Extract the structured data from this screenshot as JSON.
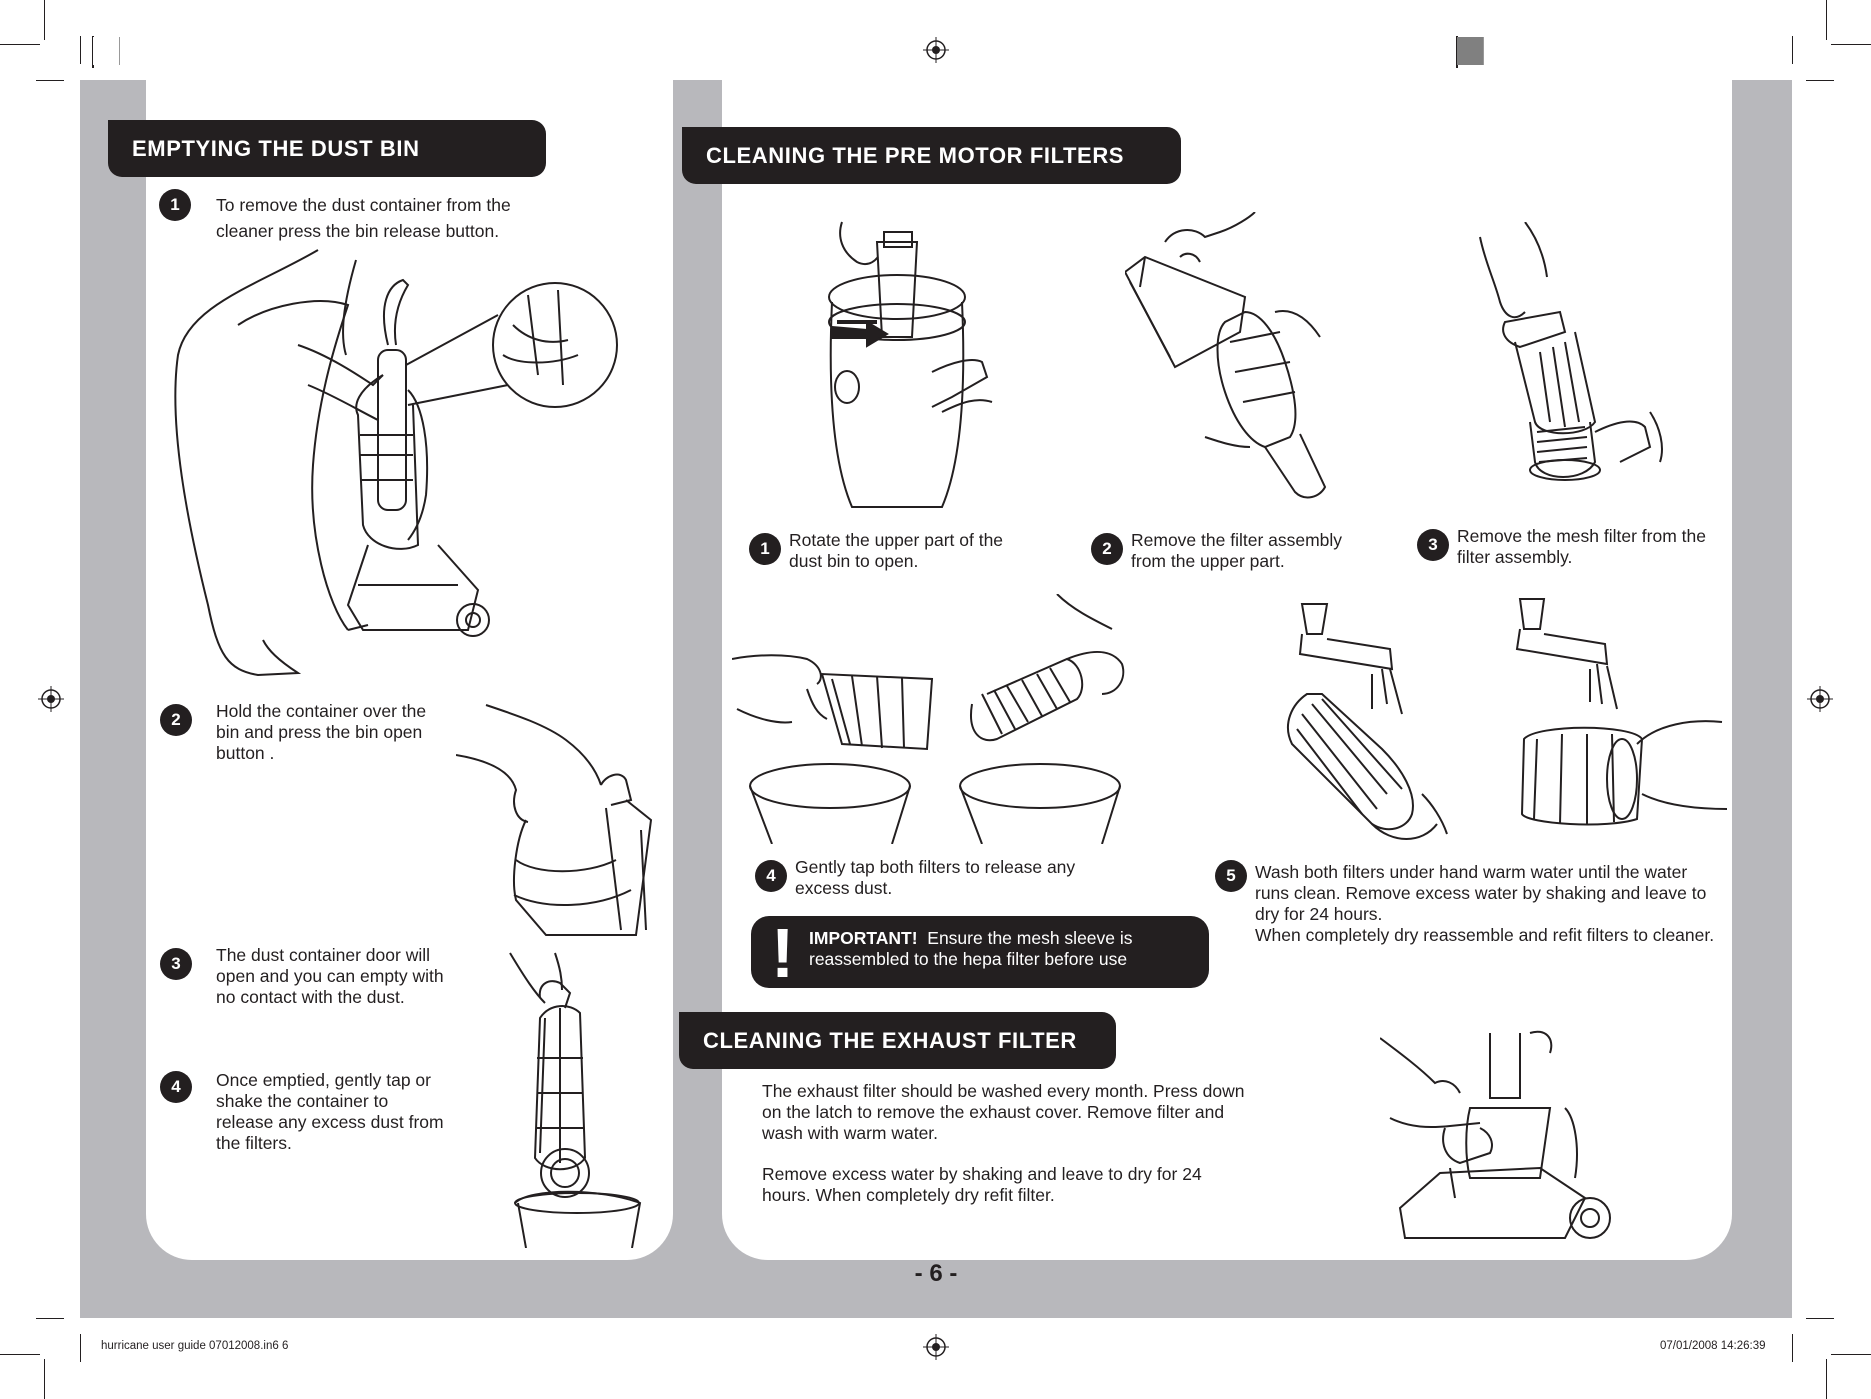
{
  "colors": {
    "page_bg": "#b8b8bc",
    "panel": "#ffffff",
    "banner": "#231f20",
    "gray_bar": [
      "#000000",
      "#1a1a1a",
      "#333333",
      "#4d4d4d",
      "#666666",
      "#808080",
      "#999999",
      "#b3b3b3",
      "#cccccc",
      "#e6e6e6",
      "#ffffff"
    ],
    "color_bar": [
      "#fff200",
      "#ec008c",
      "#00aeef",
      "#2e3192",
      "#00a651",
      "#ed1c24",
      "#231f20",
      "#fff799",
      "#f49ac1",
      "#6dcff6",
      "#808080"
    ]
  },
  "dust_bin": {
    "heading": "EMPTYING THE DUST BIN",
    "steps": [
      {
        "num": "1",
        "text": "To remove the dust container from the cleaner press the bin release button."
      },
      {
        "num": "2",
        "text": "Hold the container over the bin and press the bin open button ."
      },
      {
        "num": "3",
        "text": "The dust container door will open and you can empty with no contact with the dust."
      },
      {
        "num": "4",
        "text": "Once emptied, gently tap or shake the container to release any excess dust from the filters."
      }
    ]
  },
  "pre_motor": {
    "heading": "CLEANING THE PRE MOTOR FILTERS",
    "steps": [
      {
        "num": "1",
        "text": "Rotate the upper part of the dust bin to open."
      },
      {
        "num": "2",
        "text": "Remove the filter assembly from the upper part."
      },
      {
        "num": "3",
        "text": "Remove the mesh filter from the filter assembly."
      },
      {
        "num": "4",
        "text": "Gently tap both filters to release any excess dust."
      },
      {
        "num": "5",
        "text": "Wash both filters under hand warm water until the water runs clean. Remove excess water by shaking and leave to dry for 24 hours.",
        "text2": "When completely dry reassemble and refit filters to cleaner."
      }
    ],
    "important_label": "IMPORTANT!",
    "important_text": "Ensure the mesh sleeve is reassembled to the hepa filter before use"
  },
  "exhaust": {
    "heading": "CLEANING THE EXHAUST FILTER",
    "para1": "The exhaust filter should be washed every month. Press down on the latch to remove the exhaust cover. Remove filter and wash with warm water.",
    "para2": "Remove excess water by shaking and leave to dry for 24 hours. When completely dry refit filter."
  },
  "page_number": "- 6 -",
  "footer": {
    "left": "hurricane user guide 07012008.in6   6",
    "right": "07/01/2008   14:26:39"
  }
}
